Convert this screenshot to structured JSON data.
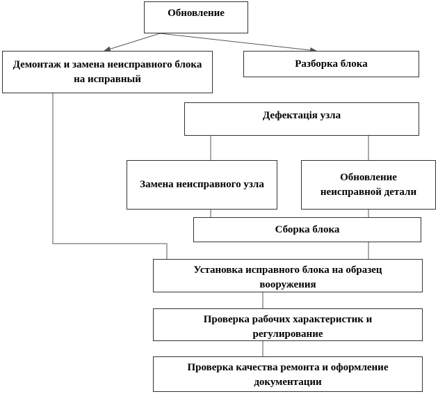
{
  "diagram": {
    "nodes": {
      "renewal": "Обновление",
      "dismount_replace": "Демонтаж и замена неисправного блока на исправный",
      "disassembly": "Разборка блока",
      "defect_detection": "Дефектація узла",
      "replace_unit": "Замена неисправного узла",
      "renew_part": "Обновление неисправной детали",
      "assembly": "Сборка блока",
      "install_block": "Установка исправного блока на образец вооружения",
      "check_characteristics": "Проверка рабочих характеристик и регулирование",
      "quality_check": "Проверка качества ремонта и оформление документации"
    },
    "colors": {
      "border": "#333333",
      "connector": "#555555",
      "text": "#000000"
    }
  }
}
